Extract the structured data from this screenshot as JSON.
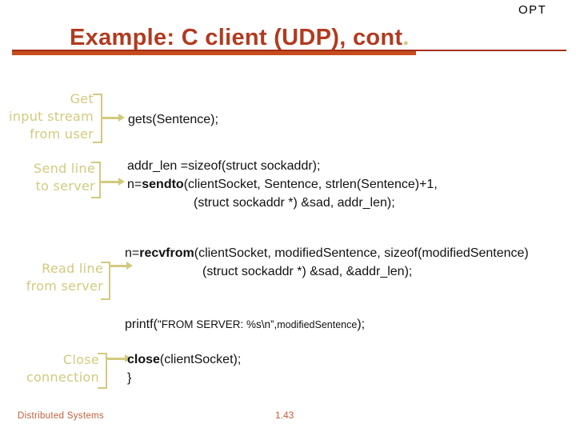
{
  "slide": {
    "corner_label": "OPT",
    "title": "Example: C client (UDP), cont",
    "title_period": ".",
    "footer_left": "Distributed Systems",
    "page_number": "1.43",
    "colors": {
      "title": "#b13b20",
      "underline_thick": "#c64c1e",
      "underline_thin": "#a33016",
      "annotation": "#d2ca7e",
      "code": "#111111",
      "footer": "#c0603a"
    }
  },
  "annotations": [
    {
      "lines": [
        "Get",
        "input stream",
        "from user"
      ]
    },
    {
      "lines": [
        "Send line",
        "to server"
      ]
    },
    {
      "lines": [
        "Read line",
        "from server"
      ]
    },
    {
      "lines": [
        "Close",
        "connection"
      ]
    }
  ],
  "code_blocks": {
    "gets_line": "gets(Sentence);",
    "send": {
      "line1": "addr_len =sizeof(struct sockaddr);",
      "line2_prefix": "n=",
      "line2_keyword": "sendto",
      "line2_rest": "(clientSocket, Sentence, strlen(Sentence)+1,",
      "line3": "(struct sockaddr *) &sad, addr_len);"
    },
    "recv": {
      "line1_prefix": "n=",
      "line1_keyword": "recvfrom",
      "line1_rest": "(clientSocket, modifiedSentence, sizeof(modifiedSentence)",
      "line2": "(struct sockaddr *) &sad, &addr_len);"
    },
    "printf": {
      "part1": "printf(",
      "part2": "\"FROM SERVER: %s\\n”,",
      "part3": "modifiedSentence",
      "part4": ");"
    },
    "close": {
      "keyword": "close",
      "rest": "(clientSocket);",
      "brace": "}"
    }
  }
}
